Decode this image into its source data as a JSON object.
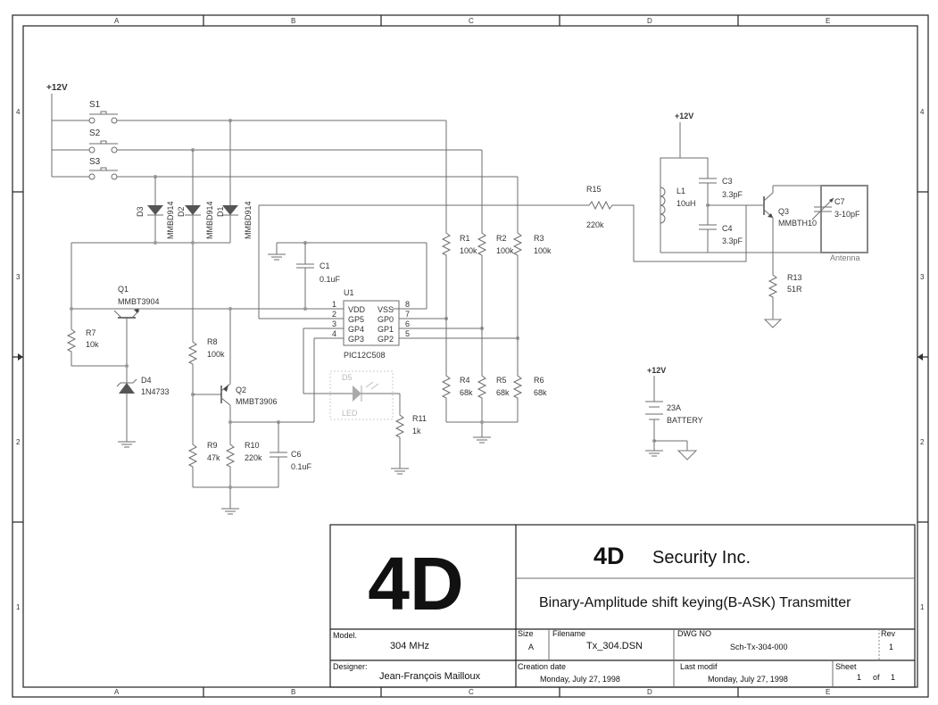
{
  "frame": {
    "zones_horizontal": [
      "A",
      "B",
      "C",
      "D",
      "E"
    ],
    "zones_vertical": [
      "4",
      "3",
      "2",
      "1"
    ]
  },
  "schematic": {
    "supply_label": "+12V",
    "switches": [
      "S1",
      "S2",
      "S3"
    ],
    "diodes": [
      {
        "ref": "D3",
        "part": "MMBD914"
      },
      {
        "ref": "D2",
        "part": "MMBD914"
      },
      {
        "ref": "D1",
        "part": "MMBD914"
      }
    ],
    "q1": {
      "ref": "Q1",
      "part": "MMBT3904"
    },
    "r7": {
      "ref": "R7",
      "value": "10k"
    },
    "d4": {
      "ref": "D4",
      "part": "1N4733"
    },
    "r8": {
      "ref": "R8",
      "value": "100k"
    },
    "q2": {
      "ref": "Q2",
      "part": "MMBT3906"
    },
    "r9": {
      "ref": "R9",
      "value": "47k"
    },
    "r10": {
      "ref": "R10",
      "value": "220k"
    },
    "c6": {
      "ref": "C6",
      "value": "0.1uF"
    },
    "c1": {
      "ref": "C1",
      "value": "0.1uF"
    },
    "u1": {
      "ref": "U1",
      "part": "PIC12C508",
      "left_pins": [
        {
          "num": "1",
          "name": "VDD"
        },
        {
          "num": "2",
          "name": "GP5"
        },
        {
          "num": "3",
          "name": "GP4"
        },
        {
          "num": "4",
          "name": "GP3"
        }
      ],
      "right_pins": [
        {
          "num": "8",
          "name": "VSS"
        },
        {
          "num": "7",
          "name": "GP0"
        },
        {
          "num": "6",
          "name": "GP1"
        },
        {
          "num": "5",
          "name": "GP2"
        }
      ]
    },
    "d5": {
      "ref": "D5",
      "part": "LED"
    },
    "r11": {
      "ref": "R11",
      "value": "1k"
    },
    "pullups": [
      {
        "ref": "R1",
        "value": "100k"
      },
      {
        "ref": "R2",
        "value": "100k"
      },
      {
        "ref": "R3",
        "value": "100k"
      }
    ],
    "pulldowns": [
      {
        "ref": "R4",
        "value": "68k"
      },
      {
        "ref": "R5",
        "value": "68k"
      },
      {
        "ref": "R6",
        "value": "68k"
      }
    ],
    "r15": {
      "ref": "R15",
      "value": "220k"
    },
    "rf_supply_label": "+12V",
    "l1": {
      "ref": "L1",
      "value": "10uH"
    },
    "c3": {
      "ref": "C3",
      "value": "3.3pF"
    },
    "c4": {
      "ref": "C4",
      "value": "3.3pF"
    },
    "q3": {
      "ref": "Q3",
      "part": "MMBTH10"
    },
    "c7": {
      "ref": "C7",
      "value": "3-10pF"
    },
    "antenna_label": "Antenna",
    "r13": {
      "ref": "R13",
      "value": "51R"
    },
    "battery": {
      "supply": "+12V",
      "type": "23A",
      "label": "BATTERY"
    }
  },
  "title_block": {
    "logo": "4D",
    "company_bold": "4D",
    "company_name": "Security Inc.",
    "title": "Binary-Amplitude shift keying(B-ASK) Transmitter",
    "model_label": "Model.",
    "model_value": "304 MHz",
    "designer_label": "Designer:",
    "designer_value": "Jean-François Mailloux",
    "size_label": "Size",
    "size_value": "A",
    "filename_label": "Filename",
    "filename_value": "Tx_304.DSN",
    "dwg_label": "DWG NO",
    "dwg_value": "Sch-Tx-304-000",
    "rev_label": "Rev",
    "rev_value": "1",
    "creation_label": "Creation date",
    "creation_value": "Monday, July 27, 1998",
    "modif_label": "Last modif",
    "modif_value": "Monday, July 27, 1998",
    "sheet_label": "Sheet",
    "sheet_num": "1",
    "sheet_of": "of",
    "sheet_total": "1"
  }
}
